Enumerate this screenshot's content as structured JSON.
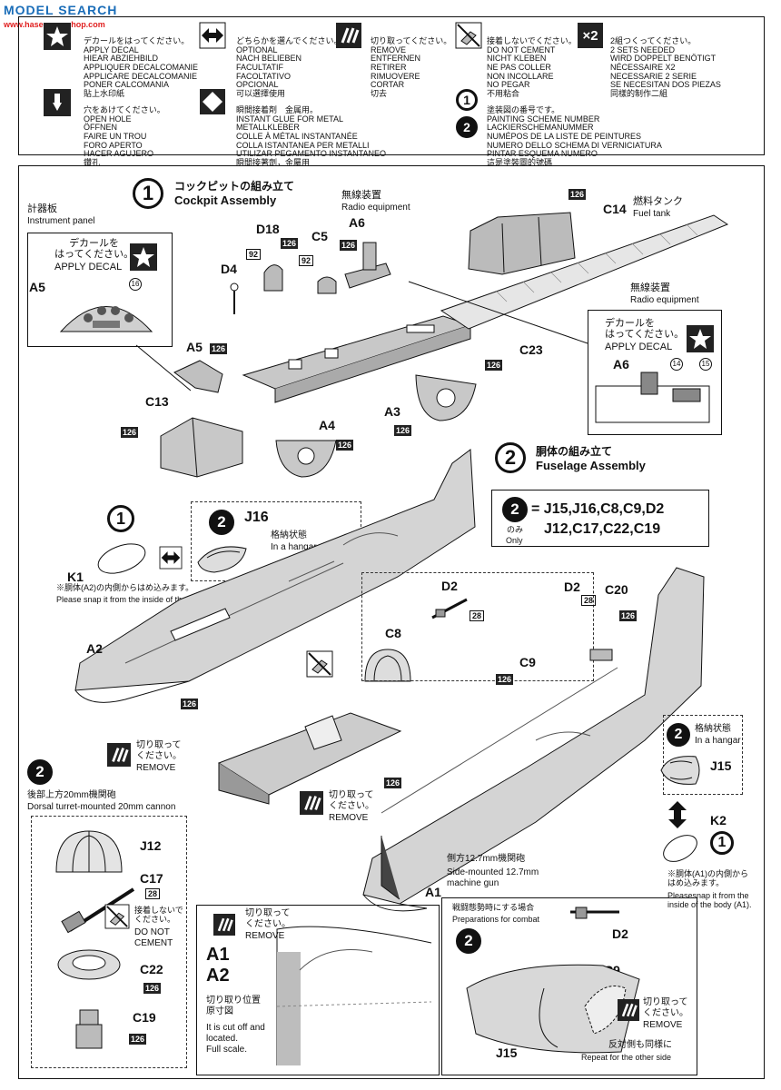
{
  "watermark": {
    "brand": "MODEL SEARCH",
    "site": "www.hasegawa-shop.com"
  },
  "legend": {
    "decal": {
      "lines": [
        "デカールをはってください。",
        "APPLY DECAL",
        "HIEAR ABZIEHBILD",
        "APPLIQUER DECALCOMANIE",
        "APPLICARE DECALCOMANIE",
        "PONER CALCOMANIA",
        "貼上水印紙"
      ]
    },
    "optional": {
      "lines": [
        "どちらかを選んでください。",
        "OPTIONAL",
        "NACH BELIEBEN",
        "FACULTATIF",
        "FACOLTATIVO",
        "OPCIONAL",
        "可以選擇使用"
      ]
    },
    "remove": {
      "lines": [
        "切り取ってください。",
        "REMOVE",
        "ENTFERNEN",
        "RETIRER",
        "RIMUOVERE",
        "CORTAR",
        "切去"
      ]
    },
    "no_cement": {
      "lines": [
        "接着しないでください。",
        "DO NOT CEMENT",
        "NICHT KLEBEN",
        "NE PAS COLLER",
        "NON INCOLLARE",
        "NO PEGAR",
        "不用粘合"
      ]
    },
    "x2": {
      "label": "×2",
      "lines": [
        "2組つくってください。",
        "2 SETS NEEDED",
        "WIRD DOPPELT BENÖTIGT",
        "NÉCESSAIRE X2",
        "NECESSARIE 2 SERIE",
        "SE NECESITAN DOS PIEZAS",
        "同樣的制作二組"
      ]
    },
    "hole": {
      "lines": [
        "穴をあけてください。",
        "OPEN HOLE",
        "ÖFFNEN",
        "FAIRE UN TROU",
        "FORO APERTO",
        "HACER AGUJERO",
        "鑽孔"
      ]
    },
    "glue": {
      "lines": [
        "瞬間接着剤　金属用。",
        "INSTANT GLUE FOR METAL",
        "METALLKLEBER",
        "COLLE À MÉTAL INSTANTANÉE",
        "COLLA ISTANTANEA PER METALLI",
        "UTILIZAR PEGAMENTO INSTANTANEO",
        "瞬間接著劑，金屬用"
      ]
    },
    "scheme": {
      "num1": "1",
      "num2": "2",
      "lines": [
        "塗装図の番号です。",
        "PAINTING SCHEME NUMBER",
        "LACKIERSCHEMANUMMER",
        "NUMÉPOS DE LA LISTE DE PEINTURES",
        "NUMERO DELLO SCHEMA DI VERNICIATURA",
        "PINTAR ESQUEMA NUMERO",
        "這是塗裝圖的號碼"
      ]
    }
  },
  "step1": {
    "num": "1",
    "title_jp": "コックピットの組み立て",
    "title_en": "Cockpit Assembly",
    "instrument_jp": "計器板",
    "instrument_en": "Instrument panel",
    "decal_jp": "デカールを\nはってください。",
    "decal_en": "APPLY DECAL",
    "radio_jp": "無線装置",
    "radio_en": "Radio equipment",
    "fuel_jp": "燃料タンク",
    "fuel_en": "Fuel tank",
    "decal14": "14",
    "decal15": "15",
    "decal16": "16",
    "parts": {
      "A5": "A5",
      "A6": "A6",
      "D18": "D18",
      "C5": "C5",
      "D4": "D4",
      "C14": "C14",
      "C13": "C13",
      "A4": "A4",
      "A3": "A3",
      "C23": "C23",
      "A5b": "A5",
      "A6b": "A6"
    },
    "paint": "126",
    "paint92": "92"
  },
  "step2": {
    "num": "2",
    "title_jp": "胴体の組み立て",
    "title_en": "Fuselage Assembly",
    "only_jp": "のみ",
    "only_en": "Only",
    "only_parts_1": "= J15,J16,C8,C9,D2",
    "only_parts_2": "J12,C17,C22,C19",
    "hangar_jp": "格納状態",
    "hangar_en": "In a hangar",
    "snap_a2_jp": "※胴体(A2)の内側からはめ込みます。",
    "snap_a2_en": "Please snap it from the inside of the body (A2).",
    "snap_a1_jp": "※胴体(A1)の内側から\nはめ込みます。",
    "snap_a1_en": "Pleasesnap it from the\ninside of the body (A1).",
    "remove_jp": "切り取って\nください。",
    "remove_en": "REMOVE",
    "dorsal_jp": "後部上方20mm機関砲",
    "dorsal_en": "Dorsal turret-mounted 20mm cannon",
    "side_jp": "側方12.7mm機関砲",
    "side_en": "Side-mounted 12.7mm\nmachine gun",
    "combat_jp": "戦闘態勢時にする場合",
    "combat_en": "Preparations for combat",
    "no_cement_jp": "接着しないで\nください。",
    "no_cement_en": "DO NOT\nCEMENT",
    "cut_jp": "切り取り位置\n原寸図",
    "cut_en": "It is cut off and\nlocated.\nFull scale.",
    "repeat_jp": "反対側も同様に",
    "repeat_en": "Repeat for the other side",
    "parts": {
      "K1": "K1",
      "J16": "J16",
      "D2": "D2",
      "D2b": "D2",
      "D2c": "D2",
      "C8": "C8",
      "A2": "A2",
      "C20": "C20",
      "C9": "C9",
      "C9b": "C9",
      "J15": "J15",
      "J15b": "J15",
      "K2": "K2",
      "J12": "J12",
      "C17": "C17",
      "C22": "C22",
      "C19": "C19",
      "A1": "A1",
      "A1b": "A1",
      "A2b": "A2"
    },
    "paint126": "126",
    "paint28": "28"
  }
}
